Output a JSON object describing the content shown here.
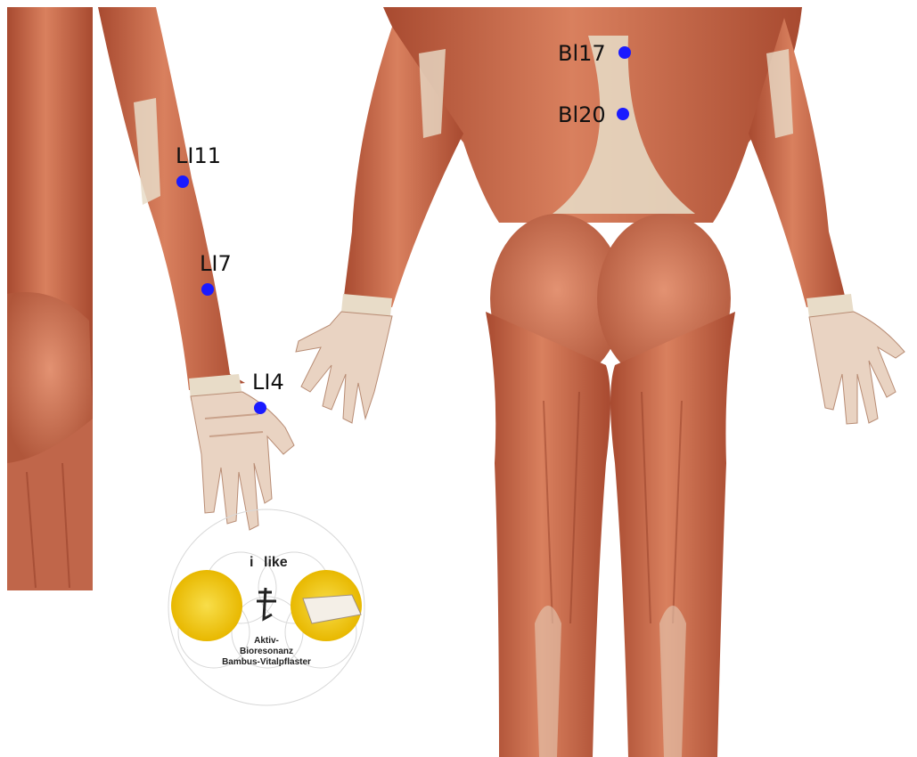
{
  "colors": {
    "point": "#1a1aff",
    "muscle": "#cf6f4f",
    "muscle_dark": "#9c3f28",
    "tendon": "#e8dcc8",
    "logo_sun": "#f2c81a"
  },
  "arm_points": [
    {
      "id": "li11",
      "label": "LI11"
    },
    {
      "id": "li7",
      "label": "LI7"
    },
    {
      "id": "li4",
      "label": "LI4"
    }
  ],
  "back_points": [
    {
      "id": "bl17",
      "label": "Bl17"
    },
    {
      "id": "bl20",
      "label": "Bl20"
    }
  ],
  "logo": {
    "brand_left": "i",
    "brand_right": "like",
    "line1": "Aktiv-",
    "line2": "Bioresonanz",
    "line3": "Bambus-Vitalpflaster"
  }
}
